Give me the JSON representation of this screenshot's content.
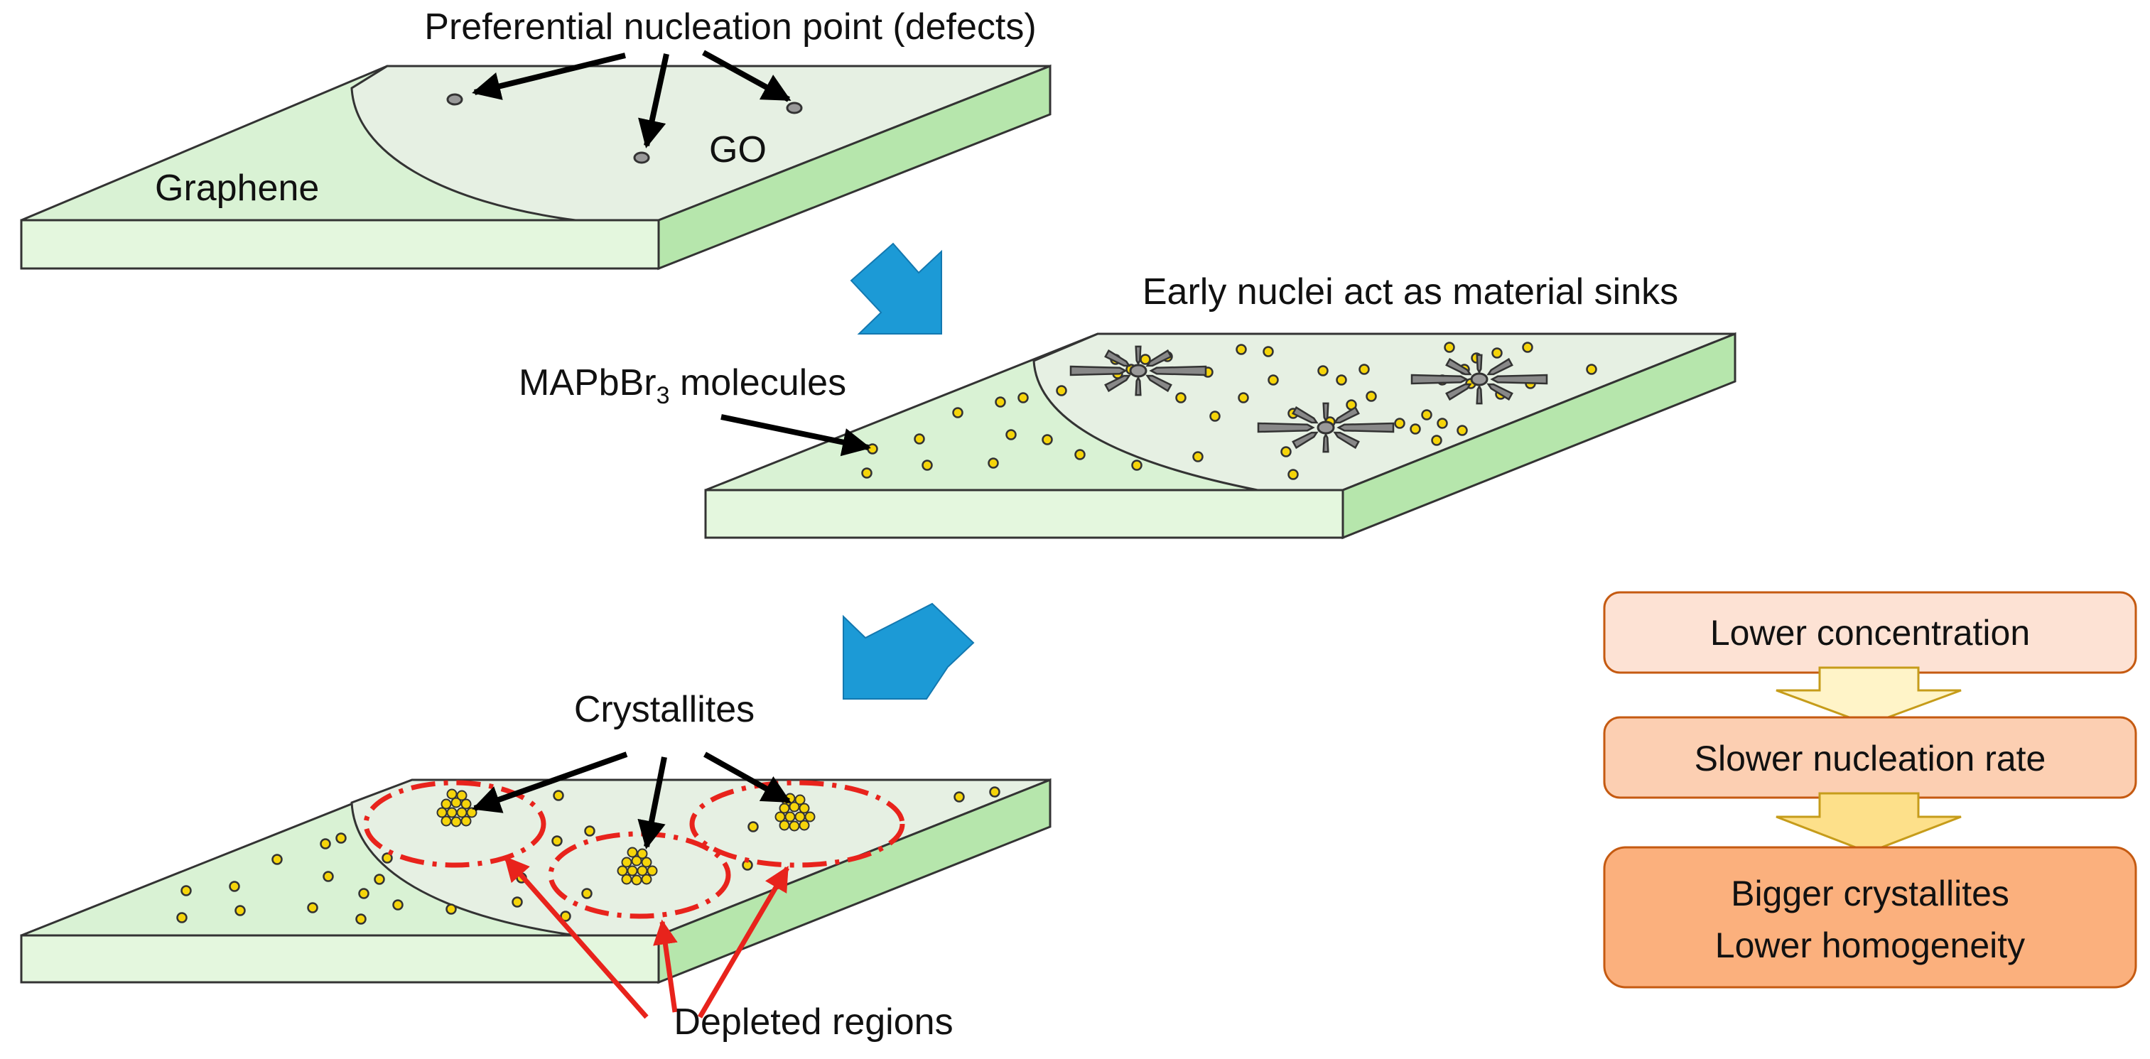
{
  "panel1": {
    "title": "Preferential nucleation point (defects)",
    "graphene_label": "Graphene",
    "go_label": "GO"
  },
  "panel2": {
    "title": "Early nuclei act as material sinks",
    "molecule_label_prefix": "MAPbBr",
    "molecule_label_sub": "3",
    "molecule_label_suffix": " molecules"
  },
  "panel3": {
    "crystallites_label": "Crystallites",
    "depleted_label": "Depleted regions"
  },
  "flow": {
    "step1": "Lower concentration",
    "step2": "Slower nucleation rate",
    "step3_line1": "Bigger crystallites",
    "step3_line2": "Lower homogeneity"
  },
  "colors": {
    "graphene": "#d9f2d4",
    "go": "#e6f0e3",
    "slab_front": "#e4f7de",
    "slab_side": "#b6e6ac",
    "molecule": "#f5d40a",
    "defect": "#999999",
    "depleted": "#e8231c",
    "process_arrow": "#1c9ad6",
    "flow_box1": "#fde2d4",
    "flow_box2": "#fccfb2",
    "flow_box3": "#fbb07d",
    "flow_border": "#c55a11"
  }
}
